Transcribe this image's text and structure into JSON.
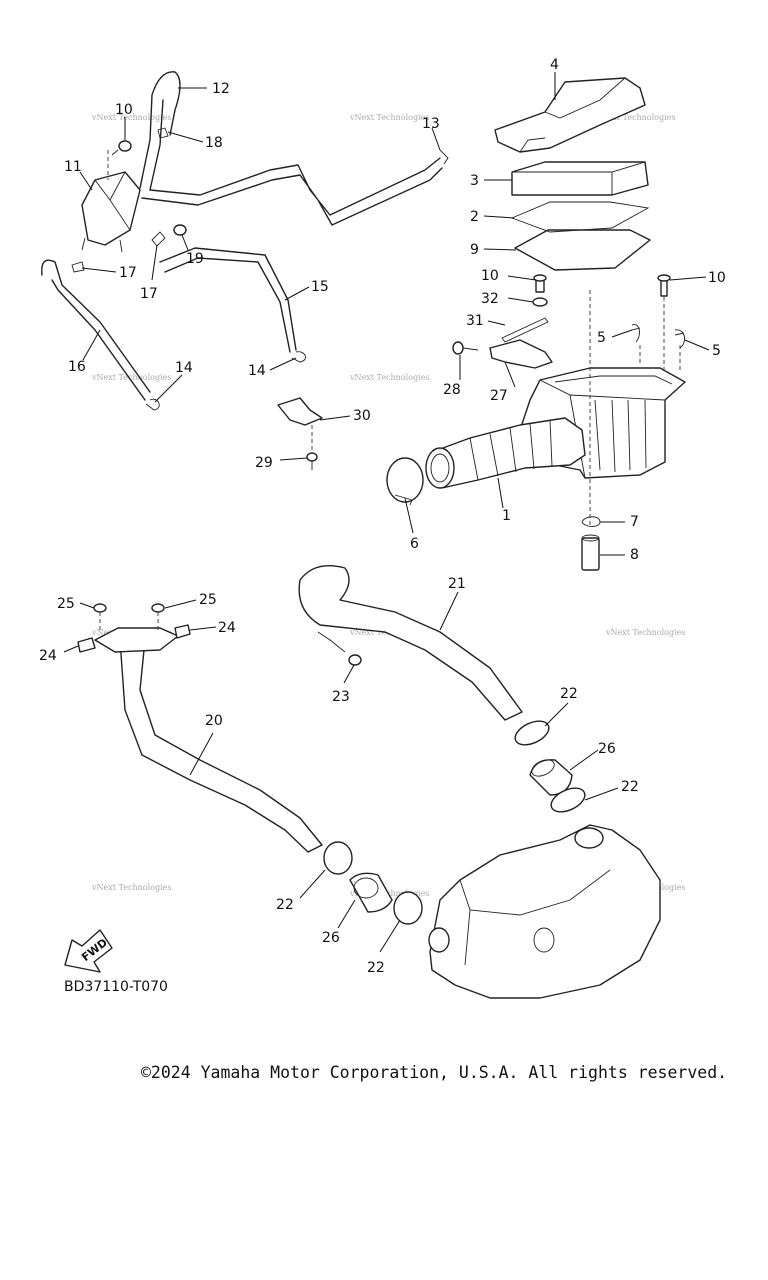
{
  "diagram": {
    "code": "BD37110-T070",
    "fwd_label": "FWD",
    "watermark": "vNext Technologies",
    "callouts": [
      "1",
      "2",
      "3",
      "4",
      "5",
      "5",
      "6",
      "7",
      "8",
      "9",
      "10",
      "10",
      "10",
      "11",
      "12",
      "13",
      "14",
      "14",
      "15",
      "16",
      "17",
      "17",
      "18",
      "19",
      "20",
      "21",
      "22",
      "22",
      "22",
      "22",
      "23",
      "24",
      "24",
      "25",
      "25",
      "26",
      "26",
      "27",
      "28",
      "29",
      "30",
      "31",
      "32"
    ]
  },
  "footer": {
    "copyright": "©2024 Yamaha Motor Corporation, U.S.A. All rights reserved."
  }
}
